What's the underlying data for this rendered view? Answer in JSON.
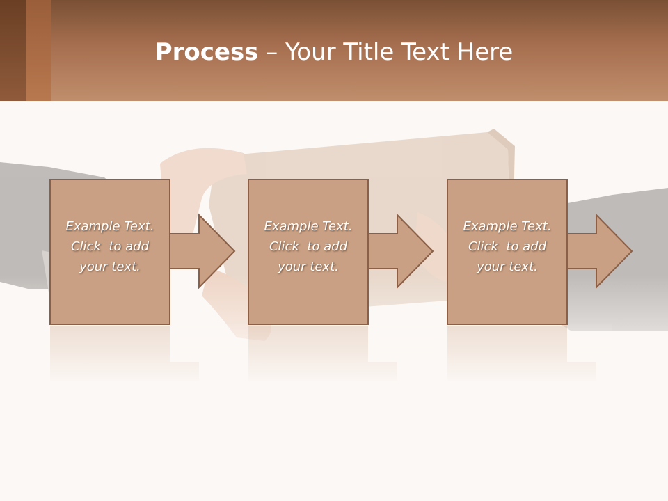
{
  "slide": {
    "title_bold": "Process",
    "title_rest": " – Your Title Text Here"
  },
  "steps": [
    {
      "line1": "Example Text.",
      "line2": "Click  to add",
      "line3": "your text."
    },
    {
      "line1": "Example Text.",
      "line2": "Click  to add",
      "line3": "your text."
    },
    {
      "line1": "Example Text.",
      "line2": "Click  to add",
      "line3": "your text."
    }
  ],
  "colors": {
    "header_top": "#7a5035",
    "header_bottom": "#c08e6c",
    "box_fill": "#c9a083",
    "box_stroke": "#8a6048",
    "background": "#fcf8f5"
  },
  "icons": {
    "connector": "arrow-right-icon",
    "background_image": "hands-passing-box-photo"
  }
}
